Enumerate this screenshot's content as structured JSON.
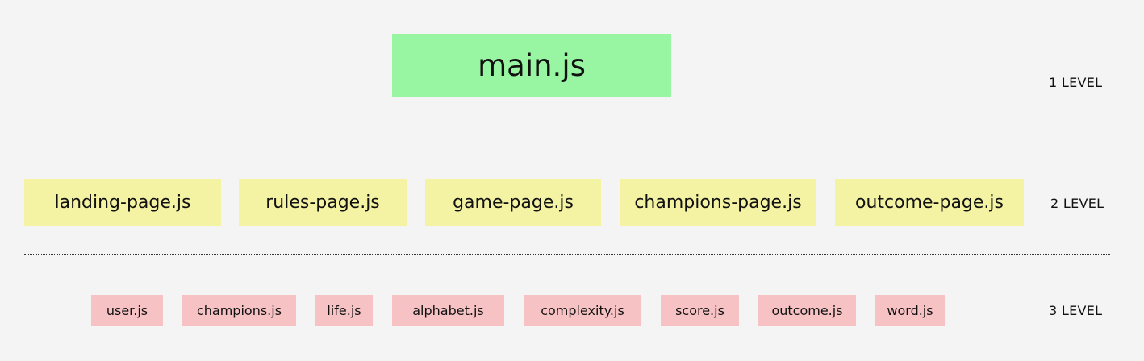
{
  "levels": [
    {
      "label": "1 LEVEL",
      "files": [
        "main.js"
      ]
    },
    {
      "label": "2 LEVEL",
      "files": [
        "landing-page.js",
        "rules-page.js",
        "game-page.js",
        "champions-page.js",
        "outcome-page.js"
      ]
    },
    {
      "label": "3 LEVEL",
      "files": [
        "user.js",
        "champions.js",
        "life.js",
        "alphabet.js",
        "complexity.js",
        "score.js",
        "outcome.js",
        "word.js"
      ]
    }
  ],
  "colors": {
    "background": "#f4f4f4",
    "level_1": "#98f5a1",
    "level_2": "#f4f3a3",
    "level_3": "#f7c2c4"
  }
}
